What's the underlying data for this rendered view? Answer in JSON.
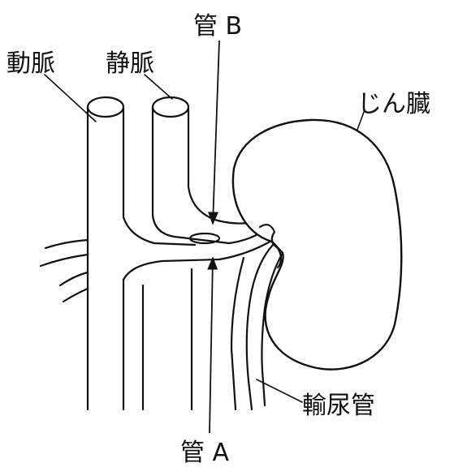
{
  "labels": {
    "artery": "動脈",
    "vein": "静脈",
    "tube_b": "管 B",
    "tube_a": "管 A",
    "kidney": "じん臓",
    "ureter": "輸尿管"
  }
}
